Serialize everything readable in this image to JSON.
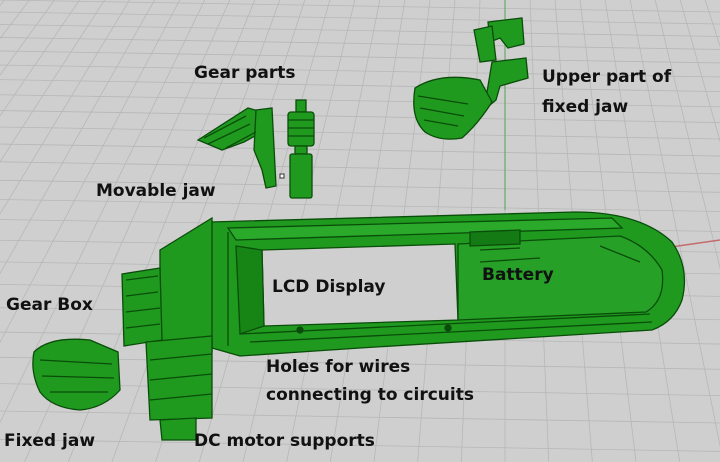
{
  "labels": {
    "gear_parts": "Gear parts",
    "upper_jaw_line1": "Upper part of",
    "upper_jaw_line2": "fixed jaw",
    "movable_jaw": "Movable jaw",
    "lcd_display": "LCD Display",
    "battery": "Battery",
    "gear_box": "Gear Box",
    "holes_line1": "Holes for wires",
    "holes_line2": "connecting to circuits",
    "fixed_jaw": "Fixed jaw",
    "dc_motor_supports": "DC motor supports"
  },
  "colors": {
    "background": "#cfcfcf",
    "grid": "#b7b7b7",
    "part_fill": "#1f9a1f",
    "part_edge": "#0a4d0a",
    "axis_red": "#c46b6b",
    "axis_green": "#6aa86a"
  }
}
